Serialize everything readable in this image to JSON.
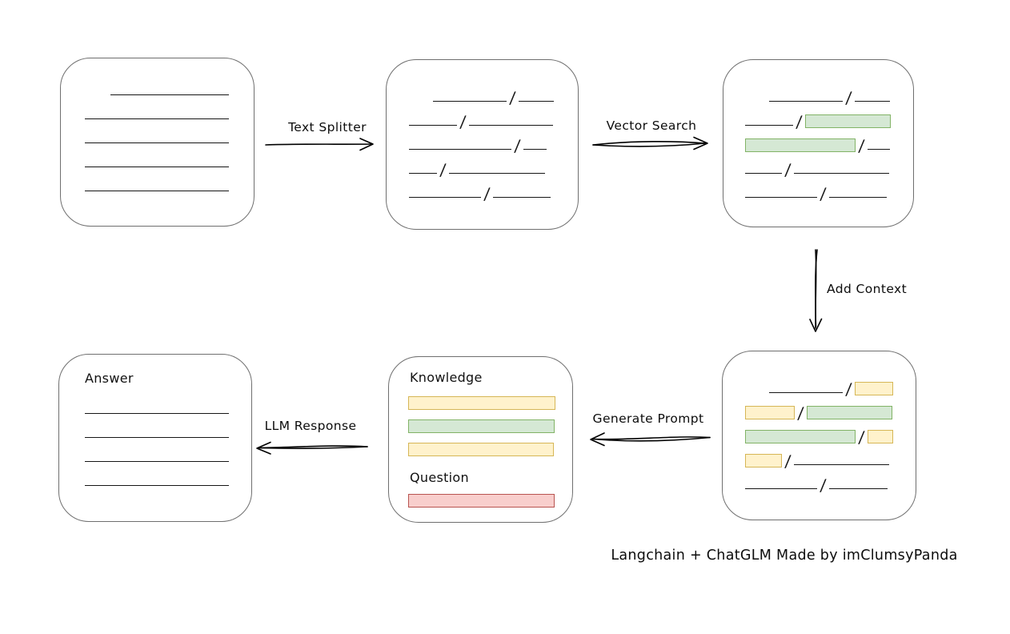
{
  "caption": "Langchain + ChatGLM Made by imClumsyPanda",
  "colors": {
    "green_fill": "#d5e8d4",
    "green_stroke": "#82b366",
    "yellow_fill": "#fff2cc",
    "yellow_stroke": "#d6b656",
    "red_fill": "#f8cecc",
    "red_stroke": "#b85450",
    "line_color": "#161616",
    "box_stroke": "#6f6f6f",
    "arrow_color": "#000000"
  },
  "arrows": {
    "text_splitter": {
      "label": "Text Splitter",
      "direction": "right"
    },
    "vector_search": {
      "label": "Vector Search",
      "direction": "right"
    },
    "add_context": {
      "label": "Add Context",
      "direction": "down"
    },
    "generate_prompt": {
      "label": "Generate Prompt",
      "direction": "left"
    },
    "llm_response": {
      "label": "LLM Response",
      "direction": "left"
    }
  },
  "boxes": {
    "source_document": {
      "rows": [
        {
          "indent": 32,
          "segs": [
            {
              "t": "line",
              "w": 148
            }
          ]
        },
        {
          "segs": [
            {
              "t": "line",
              "w": 180
            }
          ]
        },
        {
          "segs": [
            {
              "t": "line",
              "w": 180
            }
          ]
        },
        {
          "segs": [
            {
              "t": "line",
              "w": 180
            }
          ]
        },
        {
          "segs": [
            {
              "t": "line",
              "w": 180
            }
          ]
        }
      ]
    },
    "split_text": {
      "rows": [
        {
          "indent": 30,
          "segs": [
            {
              "t": "line",
              "w": 92
            },
            {
              "t": "slash"
            },
            {
              "t": "line",
              "w": 44
            }
          ]
        },
        {
          "segs": [
            {
              "t": "line",
              "w": 60
            },
            {
              "t": "slash"
            },
            {
              "t": "line",
              "w": 105
            }
          ]
        },
        {
          "segs": [
            {
              "t": "line",
              "w": 128
            },
            {
              "t": "slash"
            },
            {
              "t": "line",
              "w": 29
            }
          ]
        },
        {
          "segs": [
            {
              "t": "line",
              "w": 35
            },
            {
              "t": "slash"
            },
            {
              "t": "line",
              "w": 120
            }
          ]
        },
        {
          "segs": [
            {
              "t": "line",
              "w": 90
            },
            {
              "t": "slash"
            },
            {
              "t": "line",
              "w": 72
            }
          ]
        }
      ]
    },
    "vector_matches": {
      "rows": [
        {
          "indent": 30,
          "segs": [
            {
              "t": "line",
              "w": 92
            },
            {
              "t": "slash"
            },
            {
              "t": "line",
              "w": 44
            }
          ]
        },
        {
          "segs": [
            {
              "t": "line",
              "w": 60
            },
            {
              "t": "slash"
            },
            {
              "t": "green",
              "w": 107
            }
          ]
        },
        {
          "segs": [
            {
              "t": "green",
              "w": 138
            },
            {
              "t": "slash"
            },
            {
              "t": "line",
              "w": 28
            }
          ]
        },
        {
          "segs": [
            {
              "t": "line",
              "w": 46
            },
            {
              "t": "slash"
            },
            {
              "t": "line",
              "w": 119
            }
          ]
        },
        {
          "segs": [
            {
              "t": "line",
              "w": 90
            },
            {
              "t": "slash"
            },
            {
              "t": "line",
              "w": 72
            }
          ]
        }
      ]
    },
    "context_chunks": {
      "rows": [
        {
          "indent": 30,
          "segs": [
            {
              "t": "line",
              "w": 92
            },
            {
              "t": "slash"
            },
            {
              "t": "yellow",
              "w": 48
            }
          ]
        },
        {
          "segs": [
            {
              "t": "yellow",
              "w": 62
            },
            {
              "t": "slash"
            },
            {
              "t": "green",
              "w": 107
            }
          ]
        },
        {
          "segs": [
            {
              "t": "green",
              "w": 138
            },
            {
              "t": "slash"
            },
            {
              "t": "yellow",
              "w": 32
            }
          ]
        },
        {
          "segs": [
            {
              "t": "yellow",
              "w": 46
            },
            {
              "t": "slash"
            },
            {
              "t": "line",
              "w": 119
            }
          ]
        },
        {
          "segs": [
            {
              "t": "line",
              "w": 90
            },
            {
              "t": "slash"
            },
            {
              "t": "line",
              "w": 73
            }
          ]
        }
      ]
    },
    "prompt": {
      "knowledge_label": "Knowledge",
      "question_label": "Question",
      "knowledge_rows": [
        {
          "segs": [
            {
              "t": "yellow",
              "w": 184
            }
          ]
        },
        {
          "segs": [
            {
              "t": "green",
              "w": 183
            }
          ]
        },
        {
          "segs": [
            {
              "t": "yellow",
              "w": 182
            }
          ]
        }
      ],
      "question_rows": [
        {
          "segs": [
            {
              "t": "red",
              "w": 183
            }
          ]
        }
      ]
    },
    "answer": {
      "label": "Answer",
      "rows": [
        {
          "segs": [
            {
              "t": "line",
              "w": 180
            }
          ]
        },
        {
          "segs": [
            {
              "t": "line",
              "w": 180
            }
          ]
        },
        {
          "segs": [
            {
              "t": "line",
              "w": 180
            }
          ]
        },
        {
          "segs": [
            {
              "t": "line",
              "w": 180
            }
          ]
        }
      ]
    }
  }
}
